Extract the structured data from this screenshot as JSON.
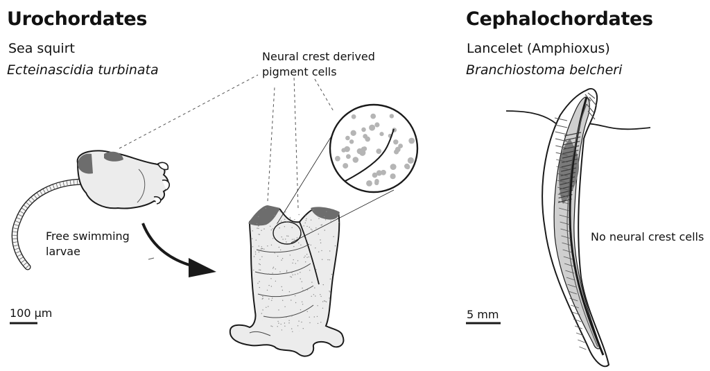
{
  "left_panel": {
    "heading": "Urochordates",
    "common_name": "Sea squirt",
    "species": "Ecteinascidia turbinata",
    "larvae_label_line1": "Free swimming",
    "larvae_label_line2": "larvae",
    "callout_line1": "Neural crest derived",
    "callout_line2": "pigment cells",
    "scale_label": "100 µm"
  },
  "right_panel": {
    "heading": "Cephalochordates",
    "common_name": "Lancelet (Amphioxus)",
    "species": "Branchiostoma belcheri",
    "note": "No neural crest cells",
    "scale_label": "5 mm"
  },
  "colors": {
    "body_fill": "#ececec",
    "pigment": "#6d6d6d",
    "dots": "#b5b5b5",
    "outline": "#1a1a1a"
  }
}
